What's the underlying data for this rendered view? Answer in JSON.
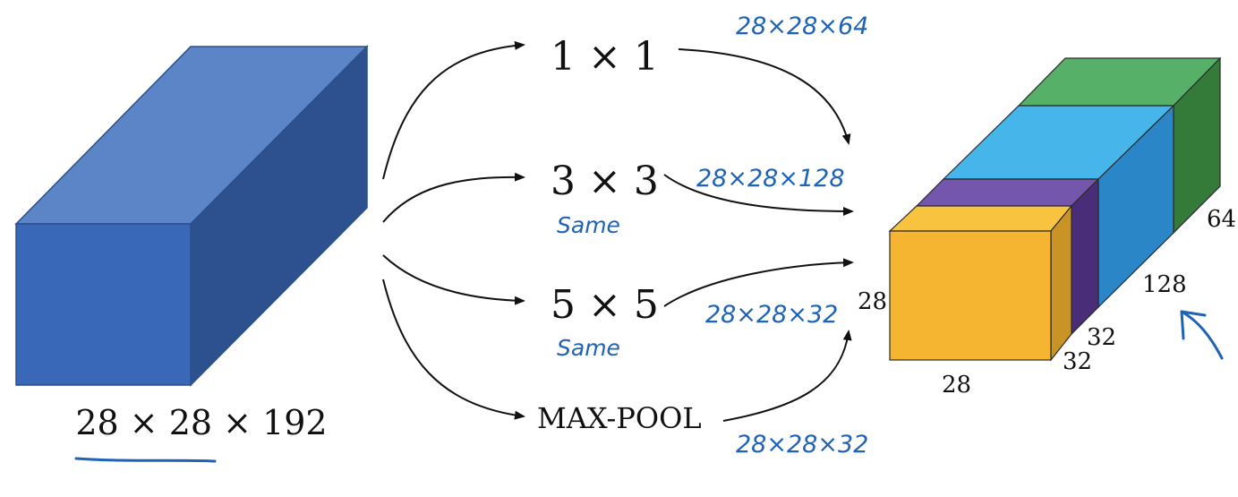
{
  "input": {
    "label": "28 × 28 × 192",
    "colors": {
      "front": "#3a68b8",
      "top": "#5b85c7",
      "side": "#2d518f"
    }
  },
  "branches": [
    {
      "op": "1 × 1",
      "note": "",
      "output_note": "28×28×64"
    },
    {
      "op": "3 × 3",
      "note": "Same",
      "output_note": "28×28×128"
    },
    {
      "op": "5 × 5",
      "note": "Same",
      "output_note": "28×28×32"
    },
    {
      "op": "MAX-POOL",
      "note": "",
      "output_note": "28×28×32"
    }
  ],
  "output": {
    "height_label": "28",
    "width_label": "28",
    "depth_labels": [
      "32",
      "32",
      "128",
      "64"
    ],
    "colors": {
      "yellow": "#f5b22f",
      "purple": "#6a4a9c",
      "blue": "#3aa5df",
      "green": "#57b068"
    }
  }
}
